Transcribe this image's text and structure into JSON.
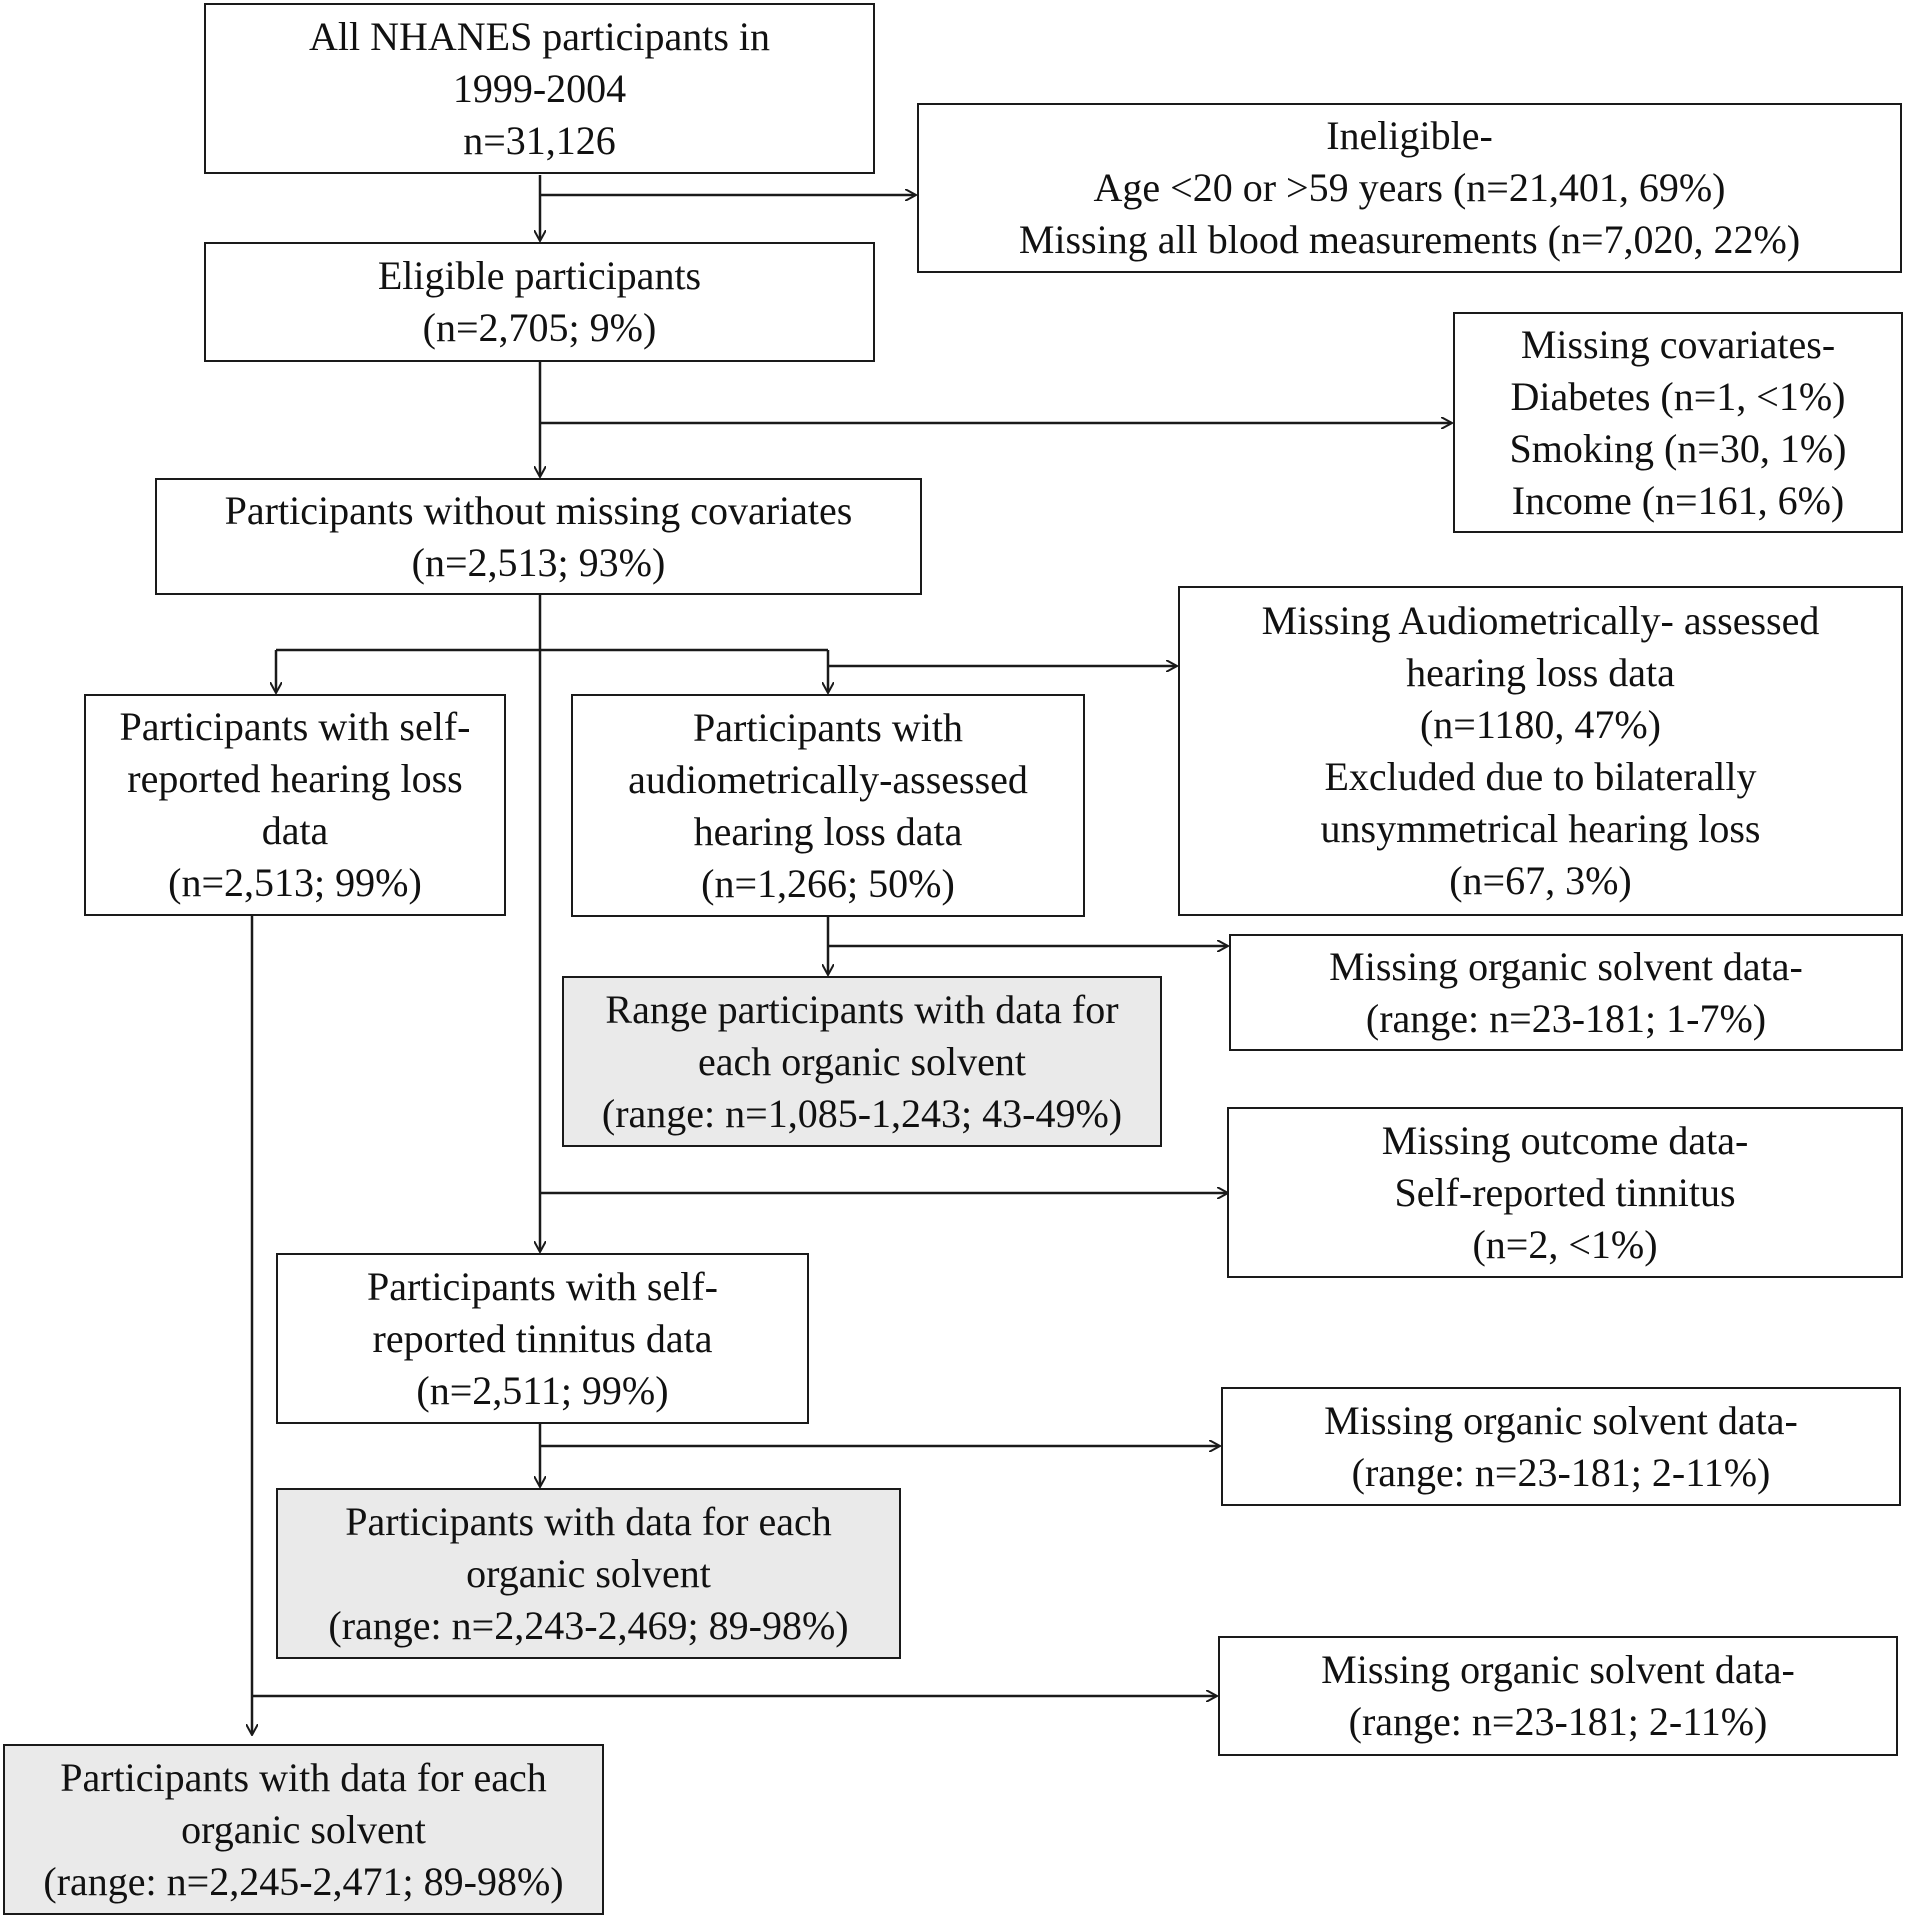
{
  "colors": {
    "stroke": "#1a1a1a",
    "shaded_fill": "#eaeaea",
    "box_fill": "#ffffff",
    "text": "#111111"
  },
  "boxes": {
    "all_participants": [
      "All NHANES  participants in",
      "1999-2004",
      "n=31,126"
    ],
    "ineligible": [
      "Ineligible-",
      "Age <20 or >59 years (n=21,401, 69%)",
      "Missing all blood measurements  (n=7,020, 22%)"
    ],
    "eligible": [
      "Eligible  participants",
      "(n=2,705; 9%)"
    ],
    "missing_covariates": [
      "Missing covariates-",
      "Diabetes (n=1, <1%)",
      "Smoking (n=30, 1%)",
      "Income (n=161, 6%)"
    ],
    "without_missing_covariates": [
      "Participants without missing covariates",
      "(n=2,513; 93%)"
    ],
    "self_reported_hearing": [
      "Participants with self-",
      "reported hearing loss",
      "data",
      "(n=2,513; 99%)"
    ],
    "audiometric_hearing": [
      "Participants with",
      "audiometrically-assessed",
      "hearing loss data",
      "(n=1,266; 50%)"
    ],
    "missing_audiometric": [
      "Missing Audiometrically- assessed",
      "hearing loss data",
      "(n=1180, 47%)",
      "Excluded due to bilaterally",
      "unsymmetrical hearing loss",
      "(n=67, 3%)"
    ],
    "missing_solvent_audio": [
      "Missing  organic solvent data-",
      "(range: n=23-181; 1-7%)"
    ],
    "range_audio": [
      "Range participants with data for",
      "each organic solvent",
      "(range: n=1,085-1,243;  43-49%)"
    ],
    "missing_outcome": [
      "Missing outcome data-",
      "Self-reported tinnitus",
      "(n=2, <1%)"
    ],
    "tinnitus": [
      "Participants with self-",
      "reported tinnitus data",
      "(n=2,511; 99%)"
    ],
    "missing_solvent_tinnitus": [
      "Missing organic solvent data-",
      "(range: n=23-181;  2-11%)"
    ],
    "solvent_tinnitus": [
      "Participants with data for each",
      "organic solvent",
      "(range: n=2,243-2,469;  89-98%)"
    ],
    "missing_solvent_selfreport": [
      "Missing organic solvent data-",
      "(range: n=23-181;  2-11%)"
    ],
    "solvent_selfreport": [
      "Participants with data for each",
      "organic solvent",
      "(range: n=2,245-2,471;  89-98%)"
    ]
  }
}
